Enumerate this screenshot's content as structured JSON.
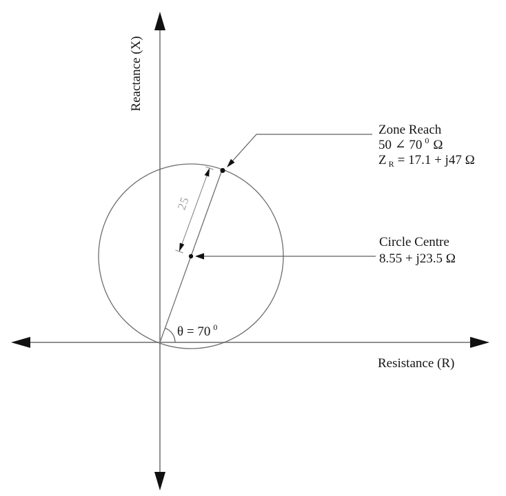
{
  "figure": {
    "y_axis_label": "Reactance (X)",
    "x_axis_label": "Resistance (R)",
    "zone_reach": {
      "title": "Zone Reach",
      "polar_value": "50 ∠ 70",
      "polar_sup": "0",
      "polar_unit": "Ω",
      "rect_symbol": "Z",
      "rect_symbol_sub": "R",
      "rect_value": "= 17.1 + j47 Ω"
    },
    "circle_centre": {
      "title": "Circle Centre",
      "value": "8.55 + j23.5 Ω"
    },
    "angle_label": {
      "base": "θ = 70",
      "sup": "0"
    },
    "radius_dimension": "25",
    "colors": {
      "background": "#ffffff",
      "axis_line": "#909090",
      "thin_line": "#6e6e6e",
      "arrow_fill": "#111111",
      "text": "#161616",
      "dimension_text": "#a0a0a0"
    }
  }
}
